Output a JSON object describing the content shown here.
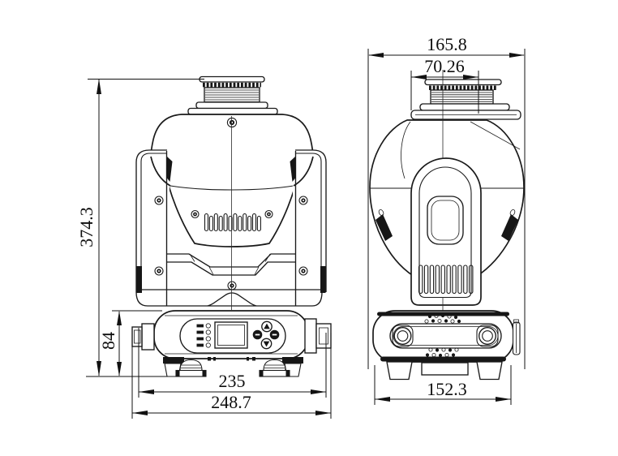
{
  "drawing": {
    "background": "#ffffff",
    "line_color": "#1a1a1a",
    "dimensions": {
      "overall_height": "374.3",
      "base_height": "84",
      "base_width": "235",
      "overall_width": "248.7",
      "head_depth": "165.8",
      "lens_barrel_width": "70.26",
      "base_depth": "152.3"
    }
  }
}
